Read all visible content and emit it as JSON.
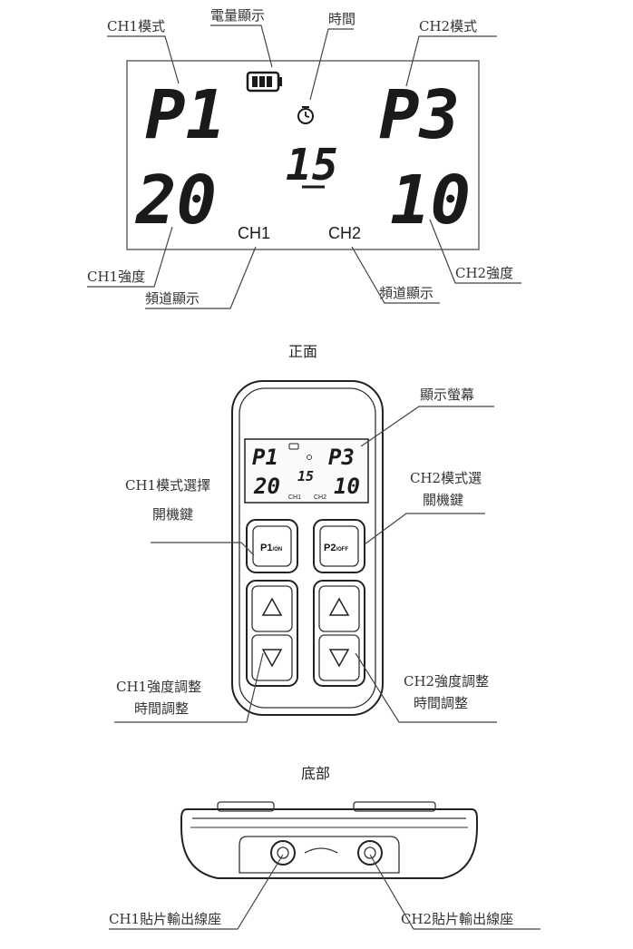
{
  "lcd": {
    "ch1_mode": "P1",
    "ch2_mode": "P3",
    "ch1_level": "20",
    "ch2_level": "10",
    "timer": "15",
    "ch1_label": "CH1",
    "ch2_label": "CH2"
  },
  "labels": {
    "ch1_mode": "CH1模式",
    "battery": "電量顯示",
    "time": "時間",
    "ch2_mode": "CH2模式",
    "ch1_intensity": "CH1強度",
    "ch1_channel": "頻道顯示",
    "ch2_channel": "頻道顯示",
    "ch2_intensity": "CH2強度",
    "front_heading": "正面",
    "display_screen": "顯示螢幕",
    "ch1_mode_select_1": "CH1模式選擇",
    "ch1_mode_select_2": "開機鍵",
    "ch2_mode_select_1": "CH2模式選",
    "ch2_mode_select_2": "關機鍵",
    "ch1_adjust_1": "CH1強度調整",
    "ch1_adjust_2": "時間調整",
    "ch2_adjust_1": "CH2強度調整",
    "ch2_adjust_2": "時間調整",
    "bottom_heading": "底部",
    "ch1_output": "CH1貼片輸出線座",
    "ch2_output": "CH2貼片輸出線座"
  },
  "buttons": {
    "p1_main": "P1",
    "p1_sub": "/ON",
    "p2_main": "P2",
    "p2_sub": "/OFF"
  },
  "icons": {
    "battery": "battery-icon",
    "clock": "clock-icon",
    "up": "arrow-up-icon",
    "down": "arrow-down-icon"
  }
}
